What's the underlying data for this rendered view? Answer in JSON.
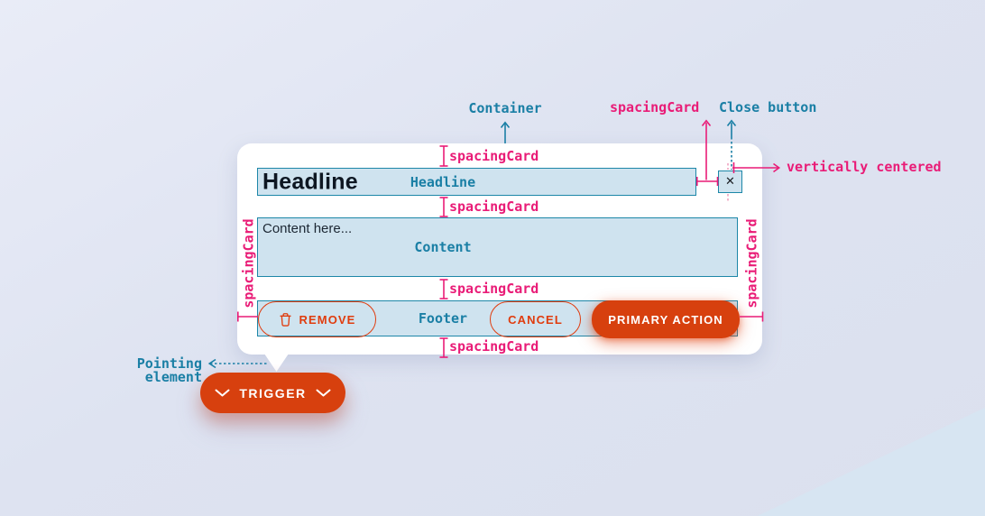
{
  "annotations": {
    "container": "Container",
    "spacing_card": "spacingCard",
    "close_button": "Close button",
    "vertically_centered": "vertically centered",
    "pointing_line1": "Pointing",
    "pointing_line2": "element"
  },
  "card": {
    "headline_title": "Headline",
    "headline_label": "Headline",
    "close_glyph": "✕",
    "content_text": "Content here...",
    "content_label": "Content",
    "footer_label": "Footer",
    "remove_label": "REMOVE",
    "cancel_label": "CANCEL",
    "primary_label": "PRIMARY ACTION"
  },
  "trigger": {
    "label": "TRIGGER"
  },
  "icons": [
    "trash-icon",
    "chevron-down-icon",
    "close-icon"
  ],
  "colors": {
    "background": "#dee3f1",
    "background_diagonal": "#d7e5f2",
    "card_bg": "#ffffff",
    "box_fill": "#cfe3ef",
    "box_border": "#1d87a8",
    "teal_text": "#1a7fa5",
    "pink_annotation": "#e91c77",
    "pink_light_dash": "#f0a2c0",
    "orange_accent": "#e03c0e",
    "orange_fill": "#d7400e",
    "headline_text": "#0e1722"
  }
}
